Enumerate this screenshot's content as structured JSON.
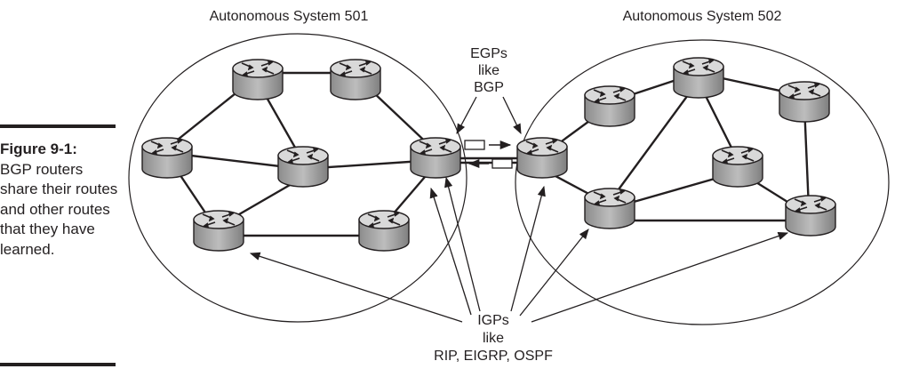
{
  "caption": {
    "figure_label": "Figure 9-1:",
    "text": "BGP routers share their routes and other routes that they have learned."
  },
  "diagram": {
    "as_left_label": "Autonomous System 501",
    "as_right_label": "Autonomous System 502",
    "egp_label": [
      "EGPs",
      "like",
      "BGP"
    ],
    "igp_label": [
      "IGPs",
      "like",
      "RIP, EIGRP, OSPF"
    ]
  },
  "colors": {
    "ink": "#231f20",
    "router_top": "#d9d9d9",
    "router_side": "#a6a6a6"
  },
  "icons": {
    "router": "router-icon",
    "packet": "packet-icon"
  }
}
